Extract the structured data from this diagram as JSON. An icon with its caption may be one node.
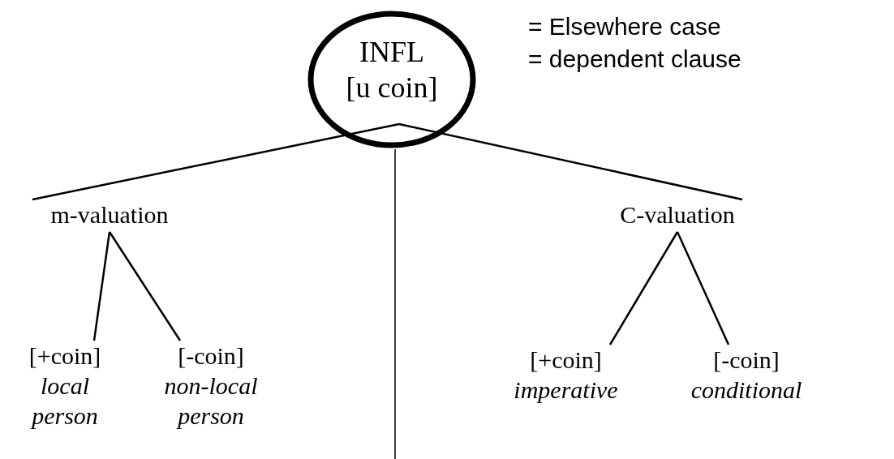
{
  "diagram": {
    "nodes": [
      {
        "text": [
          "INFL",
          "[u coin]"
        ]
      },
      {
        "text": [
          "m-valuation"
        ]
      },
      {
        "text": [
          "C-valuation"
        ]
      },
      {
        "text": [
          "[+coin]",
          "local person"
        ]
      },
      {
        "text": [
          "[-coin]",
          "non-local person"
        ]
      },
      {
        "text": [
          "[+coin]",
          "imperative"
        ]
      },
      {
        "text": [
          "[-coin]",
          "conditional"
        ]
      }
    ],
    "edges": [
      {
        "from": 0,
        "to": 1,
        "arrow": "none"
      },
      {
        "from": 0,
        "to": 2,
        "arrow": "none"
      },
      {
        "from": 0,
        "to": null,
        "arrow": "none"
      },
      {
        "from": 1,
        "to": 3,
        "arrow": "none"
      },
      {
        "from": 1,
        "to": 4,
        "arrow": "none"
      },
      {
        "from": 2,
        "to": 5,
        "arrow": "none"
      },
      {
        "from": 2,
        "to": 6,
        "arrow": "none"
      }
    ],
    "labels": [
      "= Elsewhere case",
      "= dependent clause"
    ]
  }
}
